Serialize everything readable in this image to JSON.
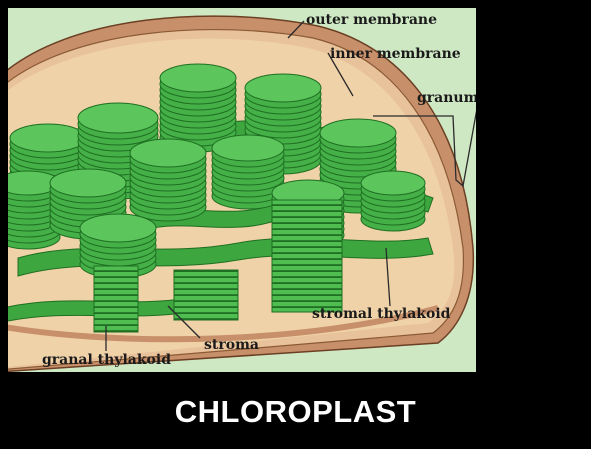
{
  "diagram": {
    "labels": {
      "outer_membrane": "outer membrane",
      "inner_membrane": "inner membrane",
      "granum": "granum",
      "stromal_thylakoid": "stromal thylakoid",
      "stroma": "stroma",
      "granal_thylakoid": "granal thylakoid"
    },
    "caption": "CHLOROPLAST"
  },
  "colors": {
    "background": "#000000",
    "panel": "#cfe8c4",
    "outer_membrane": "#c7906a",
    "inner_membrane": "#e8c29b",
    "stroma": "#f0d2a8",
    "thylakoid": "#49b54a",
    "thylakoid_dark": "#1f6f22",
    "caption_text": "#ffffff"
  }
}
